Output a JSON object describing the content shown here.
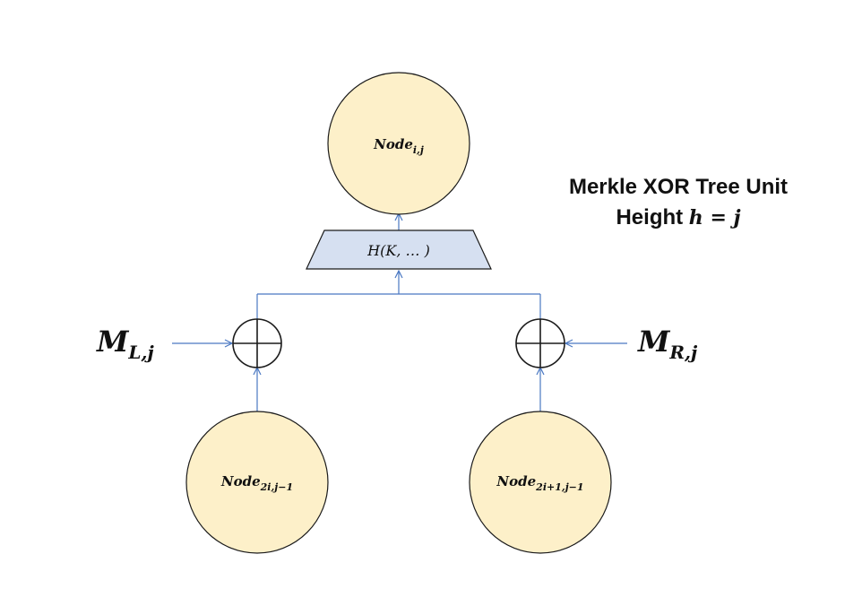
{
  "title": {
    "line1": "Merkle XOR Tree Unit",
    "line2_prefix": "Height ",
    "line2_var": "h",
    "line2_eq": " = ",
    "line2_val": "j"
  },
  "nodes": {
    "parent": {
      "base": "Node",
      "sub": "i,j"
    },
    "left_child": {
      "base": "Node",
      "sub": "2i,j−1"
    },
    "right_child": {
      "base": "Node",
      "sub": "2i+1,j−1"
    }
  },
  "hash": {
    "label": "H(K, … )"
  },
  "inputs": {
    "left": {
      "base": "M",
      "sub": "L,j"
    },
    "right": {
      "base": "M",
      "sub": "R,j"
    }
  },
  "colors": {
    "node_fill": "#fdf0c9",
    "hash_fill": "#d6e0f1",
    "wire": "#4a78c2"
  }
}
